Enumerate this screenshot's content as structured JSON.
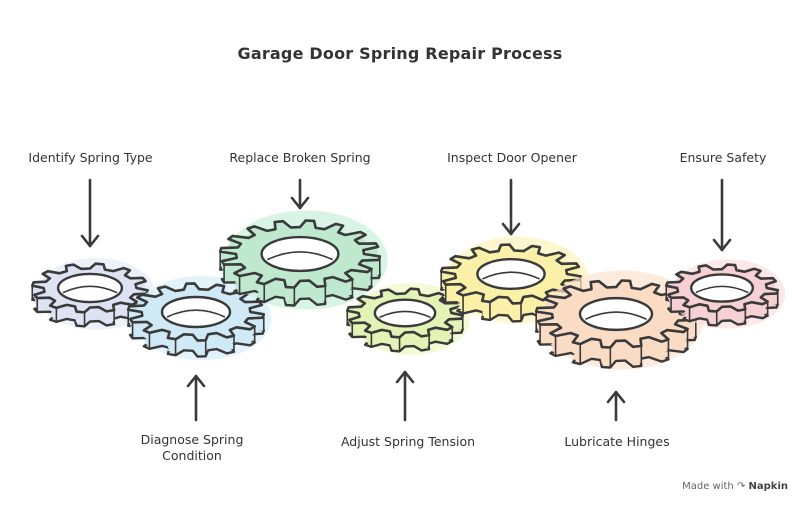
{
  "title": "Garage Door Spring Repair Process",
  "steps": [
    {
      "label": "Identify Spring Type",
      "fill": "#dde3f3",
      "wash": "#e6ebf8"
    },
    {
      "label": "Diagnose Spring Condition",
      "fill": "#cfe9f6",
      "wash": "#d6eefa"
    },
    {
      "label": "Replace Broken Spring",
      "fill": "#bfe9cf",
      "wash": "#c8efd8"
    },
    {
      "label": "Adjust Spring Tension",
      "fill": "#e3f3b5",
      "wash": "#ecf8c4"
    },
    {
      "label": "Inspect Door Opener",
      "fill": "#fbf0a8",
      "wash": "#fcf4bb"
    },
    {
      "label": "Lubricate Hinges",
      "fill": "#fadbc4",
      "wash": "#fce3d0"
    },
    {
      "label": "Ensure Safety",
      "fill": "#f7d0d4",
      "wash": "#fbdde0"
    }
  ],
  "footer": {
    "made_with": "Made with",
    "brand": "Napkin"
  },
  "colors": {
    "stroke": "#3a3a3a",
    "text": "#333333",
    "background": "#ffffff"
  }
}
